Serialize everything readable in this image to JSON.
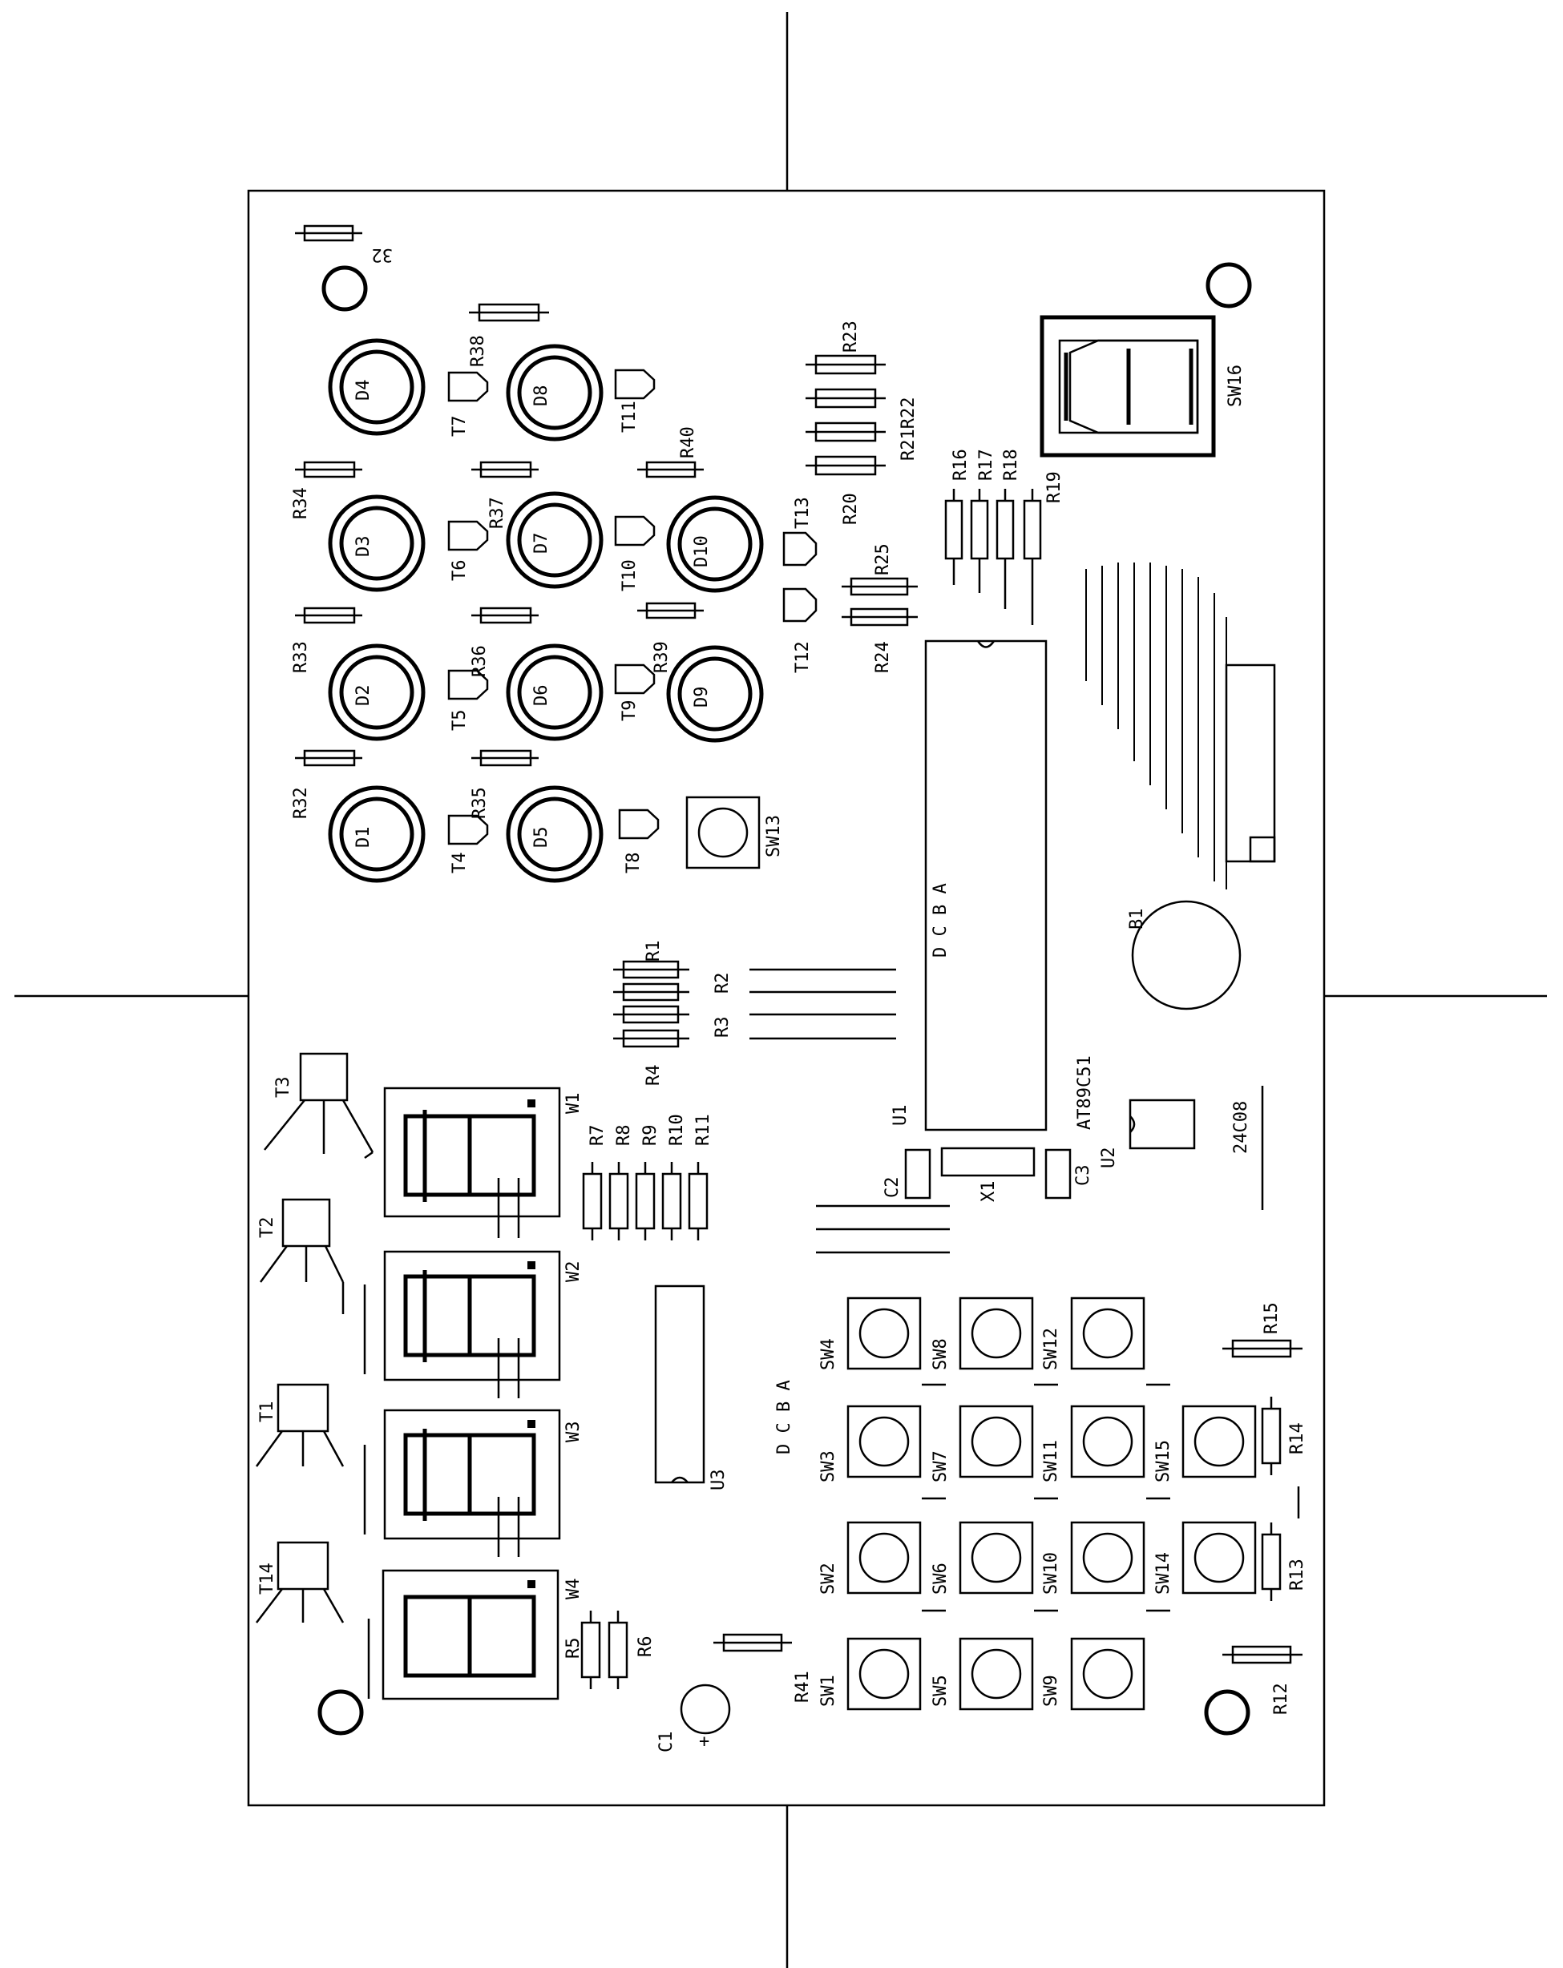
{
  "diagram": {
    "leds": [
      "D1",
      "D2",
      "D3",
      "D4",
      "D5",
      "D6",
      "D7",
      "D8",
      "D9",
      "D10"
    ],
    "transistors_small": [
      "T4",
      "T5",
      "T6",
      "T7",
      "T8",
      "T9",
      "T10",
      "T11",
      "T12",
      "T13"
    ],
    "transistors_large": [
      "T1",
      "T2",
      "T3",
      "T14"
    ],
    "resistors": [
      "R1",
      "R2",
      "R3",
      "R4",
      "R5",
      "R6",
      "R7",
      "R8",
      "R9",
      "R10",
      "R11",
      "R12",
      "R13",
      "R14",
      "R15",
      "R16",
      "R17",
      "R18",
      "R19",
      "R20",
      "R21R22",
      "R23",
      "R24",
      "R25",
      "R32",
      "R33",
      "R34",
      "R35",
      "R36",
      "R37",
      "R38",
      "R39",
      "R40",
      "R41"
    ],
    "res_extra": [
      "32"
    ],
    "switches": [
      "SW1",
      "SW2",
      "SW3",
      "SW4",
      "SW5",
      "SW6",
      "SW7",
      "SW8",
      "SW9",
      "SW10",
      "SW11",
      "SW12",
      "SW13",
      "SW14",
      "SW15",
      "SW16"
    ],
    "displays": [
      "W1",
      "W2",
      "W3",
      "W4"
    ],
    "ics": {
      "u1": "U1",
      "u1_part": "AT89C51",
      "u2": "U2",
      "u2_part": "24C08",
      "u3": "U3"
    },
    "capacitors": [
      "C1",
      "C2",
      "C3"
    ],
    "crystal": "X1",
    "buzzer": "B1",
    "plus": "+",
    "dcba": "D C B A"
  }
}
